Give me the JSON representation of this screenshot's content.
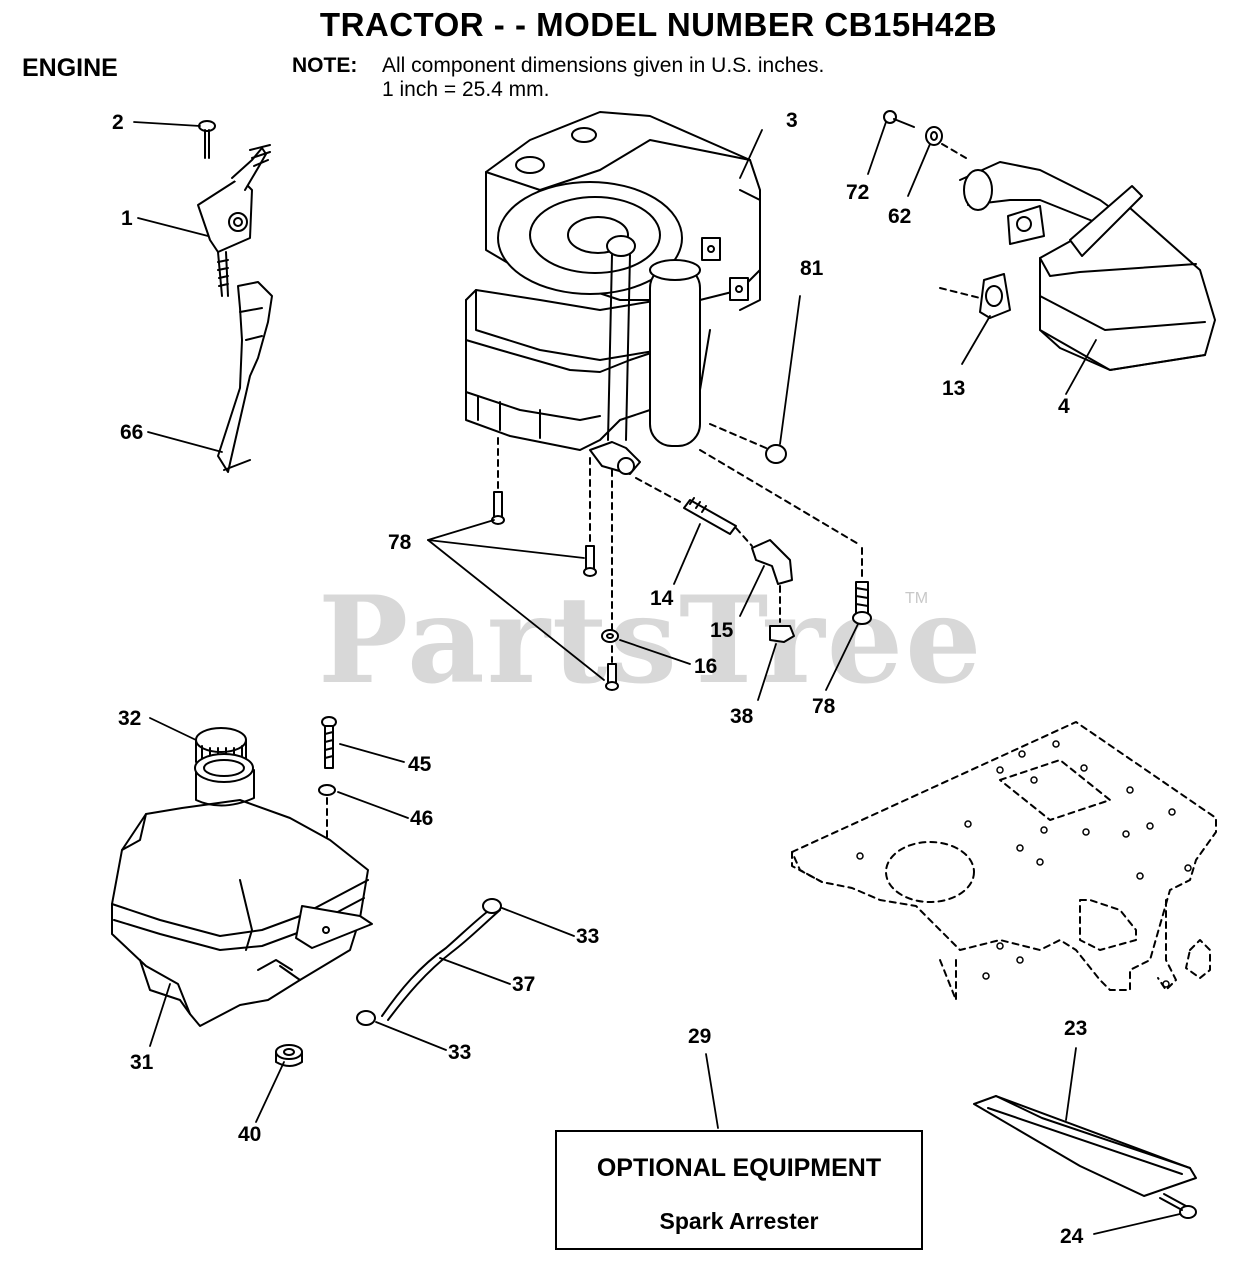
{
  "header": {
    "title": "TRACTOR - - MODEL NUMBER CB15H42B",
    "section": "ENGINE",
    "note_label": "NOTE:",
    "note_line1": "All component dimensions given in U.S. inches.",
    "note_line2": "1 inch = 25.4 mm."
  },
  "watermark": {
    "text": "PartsTree",
    "mark": "TM"
  },
  "optional_box": {
    "title": "OPTIONAL EQUIPMENT",
    "subtitle": "Spark Arrester"
  },
  "callouts": {
    "c1": "1",
    "c2": "2",
    "c3": "3",
    "c4": "4",
    "c13": "13",
    "c14": "14",
    "c15": "15",
    "c16": "16",
    "c23": "23",
    "c24": "24",
    "c29": "29",
    "c31": "31",
    "c32": "32",
    "c33a": "33",
    "c33b": "33",
    "c37": "37",
    "c38": "38",
    "c40": "40",
    "c45": "45",
    "c46": "46",
    "c62": "62",
    "c66": "66",
    "c72": "72",
    "c78a": "78",
    "c78b": "78",
    "c81": "81"
  },
  "colors": {
    "line": "#000000",
    "watermark": "#d8d8d8",
    "background": "#ffffff"
  }
}
